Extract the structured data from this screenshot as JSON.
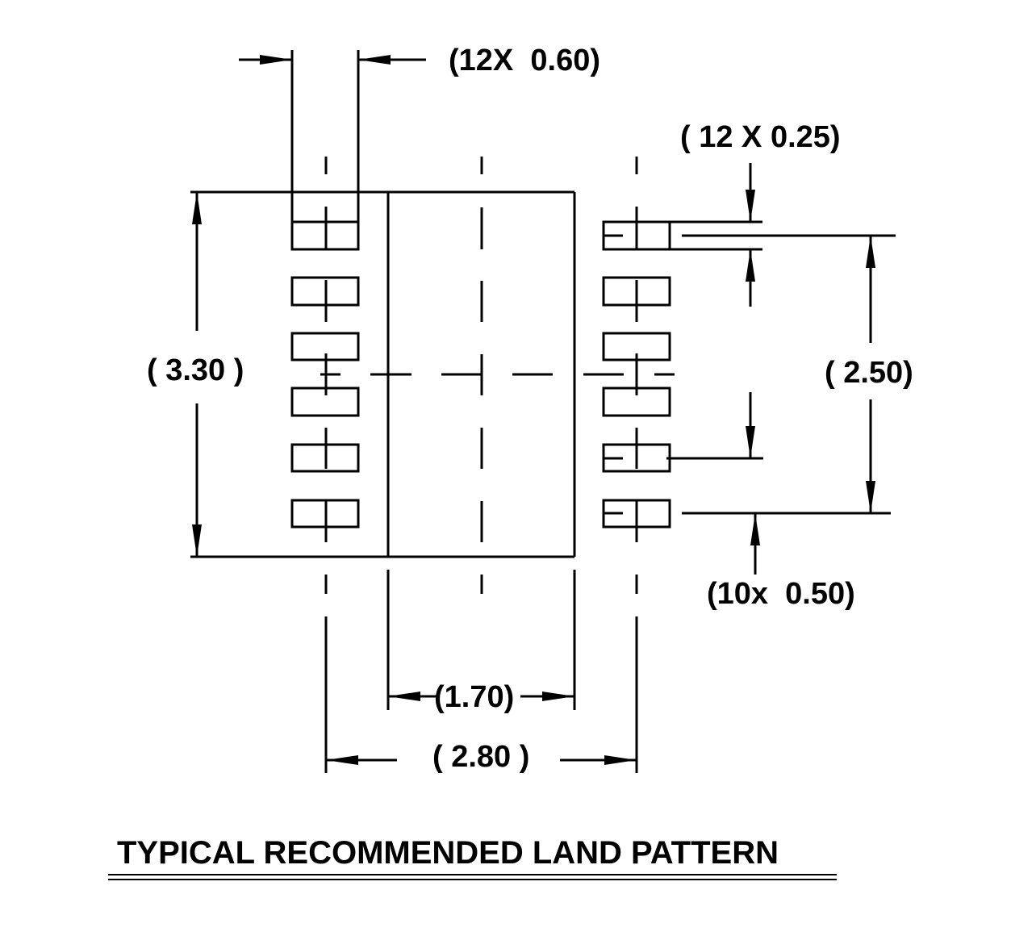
{
  "title": "TYPICAL RECOMMENDED LAND PATTERN",
  "dimensions": {
    "pad_length": "(12X  0.60)",
    "pad_width": "( 12 X 0.25)",
    "body_height": "( 3.30 )",
    "pad_span_vertical": "( 2.50)",
    "pad_pitch": "(10x  0.50)",
    "center_pad_width": "(1.70)",
    "pad_span_horizontal": "( 2.80 )"
  },
  "colors": {
    "ink": "#000000",
    "background": "#ffffff"
  }
}
